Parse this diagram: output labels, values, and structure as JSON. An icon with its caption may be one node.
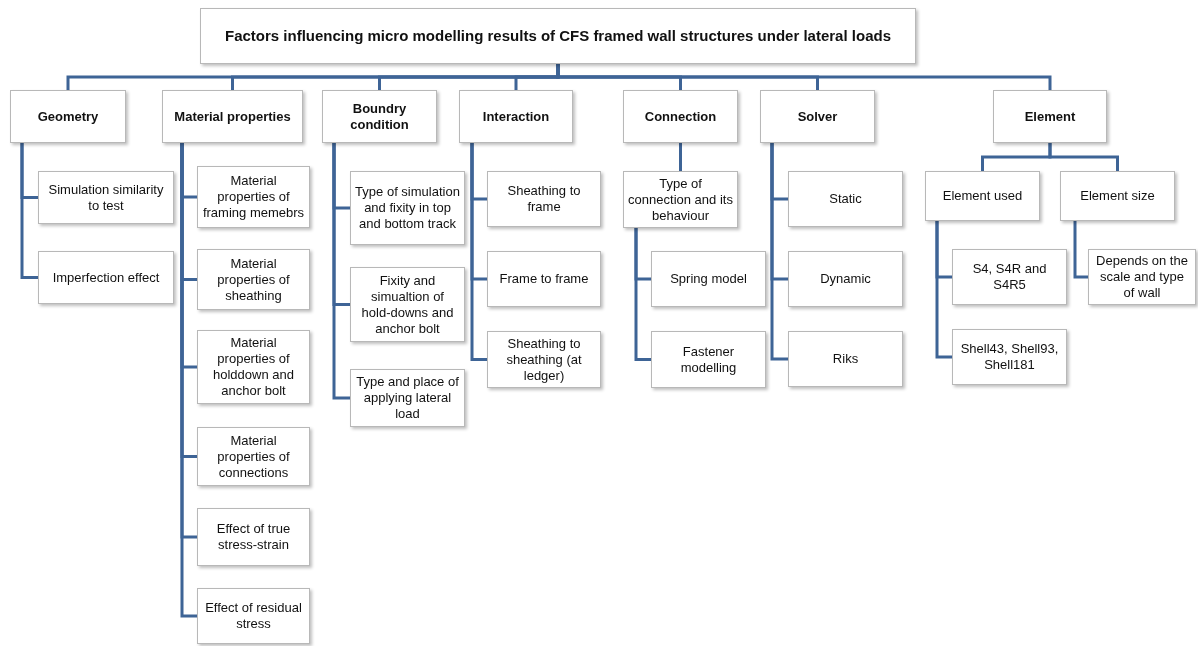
{
  "diagram": {
    "nodes": [
      {
        "text": [
          "Factors influencing micro modelling results of CFS framed wall structures under lateral loads"
        ]
      },
      {
        "text": [
          "Geometry"
        ]
      },
      {
        "text": [
          "Simulation similarity to test"
        ]
      },
      {
        "text": [
          "Imperfection effect"
        ]
      },
      {
        "text": [
          "Material properties"
        ]
      },
      {
        "text": [
          "Material properties of framing memebrs"
        ]
      },
      {
        "text": [
          "Material properties of sheathing"
        ]
      },
      {
        "text": [
          "Material properties of holddown and anchor bolt"
        ]
      },
      {
        "text": [
          "Material properties of connections"
        ]
      },
      {
        "text": [
          "Effect of true stress-strain"
        ]
      },
      {
        "text": [
          "Effect of residual stress"
        ]
      },
      {
        "text": [
          "Boundry condition"
        ]
      },
      {
        "text": [
          "Type of simulation and fixity in top and bottom track"
        ]
      },
      {
        "text": [
          "Fixity and simualtion of hold-downs and anchor bolt"
        ]
      },
      {
        "text": [
          "Type and place of applying lateral load"
        ]
      },
      {
        "text": [
          "Interaction"
        ]
      },
      {
        "text": [
          "Sheathing to frame"
        ]
      },
      {
        "text": [
          "Frame to frame"
        ]
      },
      {
        "text": [
          "Sheathing to sheathing (at ledger)"
        ]
      },
      {
        "text": [
          "Connection"
        ]
      },
      {
        "text": [
          "Type of connection and its behaviour"
        ]
      },
      {
        "text": [
          "Spring model"
        ]
      },
      {
        "text": [
          "Fastener modelling"
        ]
      },
      {
        "text": [
          "Solver"
        ]
      },
      {
        "text": [
          "Static"
        ]
      },
      {
        "text": [
          "Dynamic"
        ]
      },
      {
        "text": [
          "Riks"
        ]
      },
      {
        "text": [
          "Element"
        ]
      },
      {
        "text": [
          "Element used"
        ]
      },
      {
        "text": [
          "S4, S4R and S4R5"
        ]
      },
      {
        "text": [
          "Shell43, Shell93, Shell181"
        ]
      },
      {
        "text": [
          "Element size"
        ]
      },
      {
        "text": [
          "Depends on the scale and type of wall"
        ]
      }
    ],
    "edges": [
      {
        "from": 0,
        "to": 1,
        "arrow": "none"
      },
      {
        "from": 0,
        "to": 4,
        "arrow": "none"
      },
      {
        "from": 0,
        "to": 11,
        "arrow": "none"
      },
      {
        "from": 0,
        "to": 15,
        "arrow": "none"
      },
      {
        "from": 0,
        "to": 19,
        "arrow": "none"
      },
      {
        "from": 0,
        "to": 23,
        "arrow": "none"
      },
      {
        "from": 0,
        "to": 27,
        "arrow": "none"
      },
      {
        "from": 1,
        "to": 2,
        "arrow": "none"
      },
      {
        "from": 1,
        "to": 3,
        "arrow": "none"
      },
      {
        "from": 4,
        "to": 5,
        "arrow": "none"
      },
      {
        "from": 4,
        "to": 6,
        "arrow": "none"
      },
      {
        "from": 4,
        "to": 7,
        "arrow": "none"
      },
      {
        "from": 4,
        "to": 8,
        "arrow": "none"
      },
      {
        "from": 4,
        "to": 9,
        "arrow": "none"
      },
      {
        "from": 4,
        "to": 10,
        "arrow": "none"
      },
      {
        "from": 11,
        "to": 12,
        "arrow": "none"
      },
      {
        "from": 11,
        "to": 13,
        "arrow": "none"
      },
      {
        "from": 11,
        "to": 14,
        "arrow": "none"
      },
      {
        "from": 15,
        "to": 16,
        "arrow": "none"
      },
      {
        "from": 15,
        "to": 17,
        "arrow": "none"
      },
      {
        "from": 15,
        "to": 18,
        "arrow": "none"
      },
      {
        "from": 19,
        "to": 20,
        "arrow": "none"
      },
      {
        "from": 20,
        "to": 21,
        "arrow": "none"
      },
      {
        "from": 20,
        "to": 22,
        "arrow": "none"
      },
      {
        "from": 23,
        "to": 24,
        "arrow": "none"
      },
      {
        "from": 23,
        "to": 25,
        "arrow": "none"
      },
      {
        "from": 23,
        "to": 26,
        "arrow": "none"
      },
      {
        "from": 27,
        "to": 28,
        "arrow": "none"
      },
      {
        "from": 27,
        "to": 31,
        "arrow": "none"
      },
      {
        "from": 28,
        "to": 29,
        "arrow": "none"
      },
      {
        "from": 28,
        "to": 30,
        "arrow": "none"
      },
      {
        "from": 31,
        "to": 32,
        "arrow": "none"
      }
    ]
  }
}
